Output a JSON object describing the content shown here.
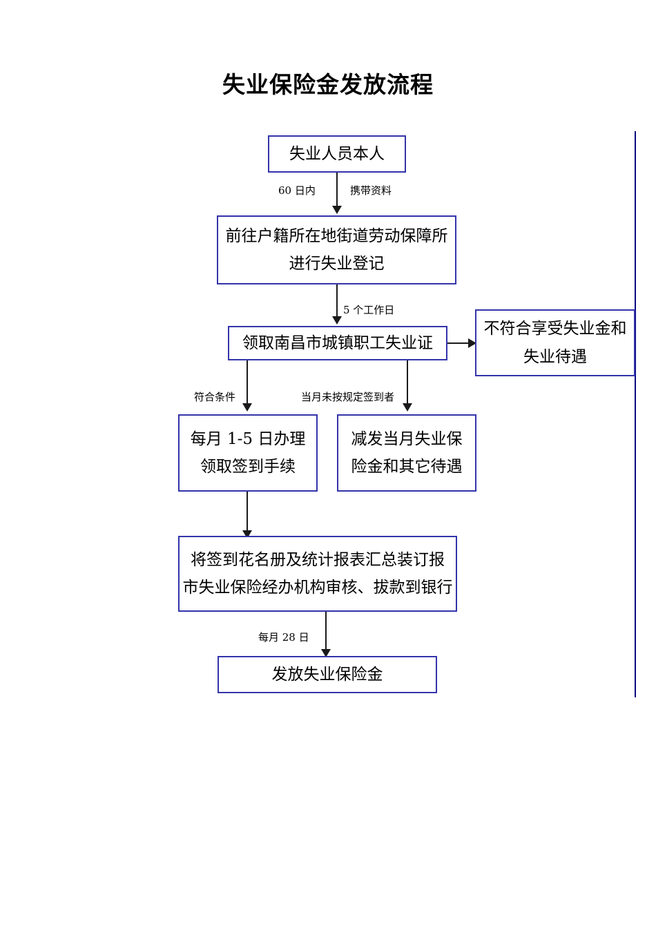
{
  "document": {
    "title": "失业保险金发放流程"
  },
  "flowchart": {
    "type": "flowchart",
    "accent_color": "#3333aa",
    "connector_color": "#1a1a1a",
    "side_rule_color": "#000080",
    "nodes": [
      {
        "id": "applicant",
        "lines": [
          "失业人员本人"
        ]
      },
      {
        "id": "registration",
        "lines": [
          "前往户籍所在地街道劳动保障所",
          "进行失业登记"
        ]
      },
      {
        "id": "certificate",
        "lines": [
          "领取南昌市城镇职工失业证"
        ]
      },
      {
        "id": "not-eligible",
        "lines": [
          "不符合享受失业金和",
          "失业待遇"
        ]
      },
      {
        "id": "sign-in",
        "lines": [
          "每月 1-5 日办理",
          "领取签到手续"
        ]
      },
      {
        "id": "reduce-benefit",
        "lines": [
          "减发当月失业保",
          "险金和其它待遇"
        ]
      },
      {
        "id": "compile-report",
        "lines": [
          "将签到花名册及统计报表汇总装订报",
          "市失业保险经办机构审核、拔款到银行"
        ]
      },
      {
        "id": "payout",
        "lines": [
          "发放失业保险金"
        ]
      }
    ],
    "edge_labels": [
      {
        "id": "within-60-days",
        "text": "60 日内"
      },
      {
        "id": "bring-materials",
        "text": "携带资料"
      },
      {
        "id": "five-working-days",
        "text": "5 个工作日"
      },
      {
        "id": "meets-conditions",
        "text": "符合条件"
      },
      {
        "id": "missed-sign-in",
        "text": "当月未按规定签到者"
      },
      {
        "id": "monthly-28th",
        "text": "每月 28 日"
      }
    ]
  }
}
